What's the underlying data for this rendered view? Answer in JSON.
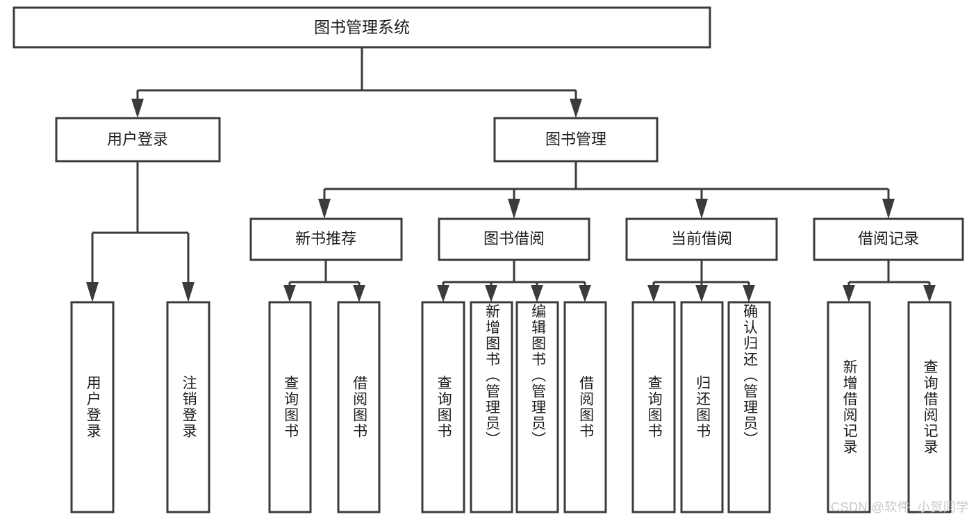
{
  "diagram": {
    "type": "tree",
    "title": "图书管理系统",
    "orientation": "top-down",
    "colors": {
      "box_stroke": "#3b3b3b",
      "box_fill": "#ffffff",
      "connector": "#3b3b3b",
      "text": "#1c1c1c",
      "background": "#ffffff",
      "watermark": "#c9c9c9"
    },
    "root": {
      "label": "图书管理系统"
    },
    "level2": [
      {
        "label": "用户登录"
      },
      {
        "label": "图书管理"
      }
    ],
    "level3": [
      {
        "label": "新书推荐"
      },
      {
        "label": "图书借阅"
      },
      {
        "label": "当前借阅"
      },
      {
        "label": "借阅记录"
      }
    ],
    "leaves": {
      "user_login": [
        {
          "label": "用户登录"
        },
        {
          "label": "注销登录"
        }
      ],
      "new_book": [
        {
          "label": "查询图书"
        },
        {
          "label": "借阅图书"
        }
      ],
      "book_borrow": [
        {
          "label": "查询图书"
        },
        {
          "label": "新增图书（管理员）"
        },
        {
          "label": "编辑图书（管理员）"
        },
        {
          "label": "借阅图书"
        }
      ],
      "current_borrow": [
        {
          "label": "查询图书"
        },
        {
          "label": "归还图书"
        },
        {
          "label": "确认归还（管理员）"
        }
      ],
      "borrow_record": [
        {
          "label": "新增借阅记录"
        },
        {
          "label": "查询借阅记录"
        }
      ]
    }
  },
  "watermark": {
    "text": "CSDN @软件_小贺同学"
  }
}
